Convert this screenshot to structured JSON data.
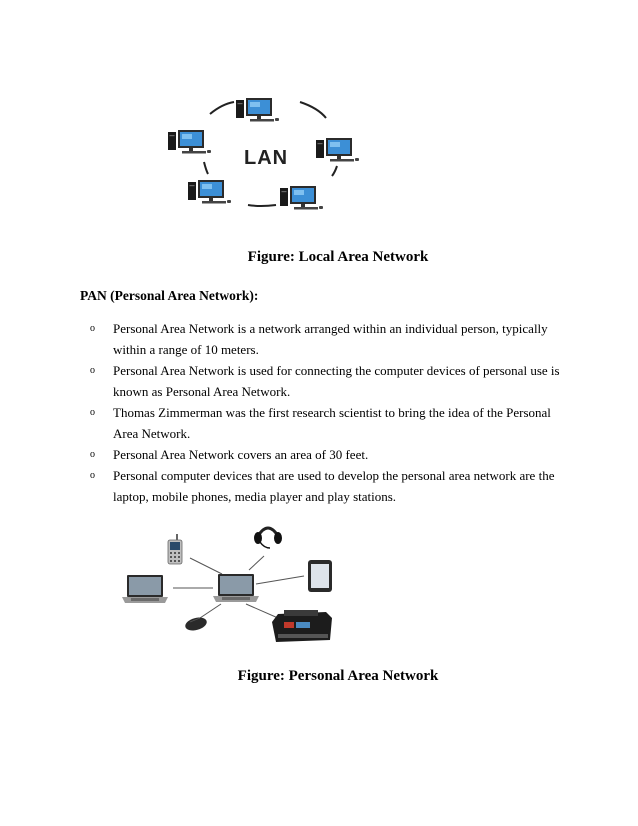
{
  "lan_figure": {
    "label": "LAN",
    "caption": "Figure: Local Area Network"
  },
  "pan_section": {
    "heading": "PAN (Personal Area Network):",
    "bullet_marker": "o",
    "bullets": [
      "Personal Area Network is a network arranged within an individual person, typically within a range of 10 meters.",
      "Personal Area Network is used for connecting the computer devices of personal use is known as Personal Area Network.",
      "Thomas Zimmerman was the first research scientist to bring the idea of the Personal Area Network.",
      "Personal Area Network covers an area of 30 feet.",
      "Personal computer devices that are used to develop the personal area network are the laptop, mobile phones, media player and play stations."
    ]
  },
  "pan_figure": {
    "caption": "Figure: Personal Area Network"
  },
  "icons": {
    "lan_devices": [
      "desktop-computer-icon"
    ],
    "pan_devices": [
      "laptop-icon",
      "phone-icon",
      "headset-icon",
      "tablet-icon",
      "printer-icon",
      "mouse-icon"
    ]
  }
}
